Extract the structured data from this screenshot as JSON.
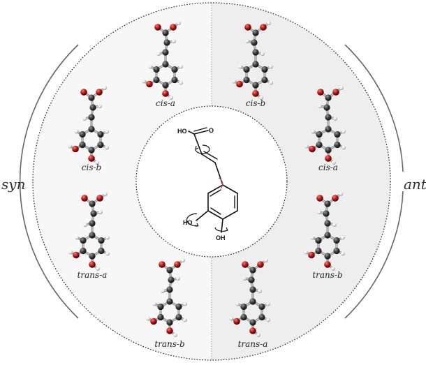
{
  "side_labels": {
    "left": "syn",
    "right": "anti"
  },
  "center_groups": {
    "carboxyl": "HO",
    "carbonyl_o": "O",
    "hydroxyl_3": "HO",
    "hydroxyl_4": "OH"
  },
  "molecules": [
    {
      "label": "cis-a",
      "side": "syn"
    },
    {
      "label": "cis-b",
      "side": "anti"
    },
    {
      "label": "cis-b",
      "side": "syn"
    },
    {
      "label": "cis-a",
      "side": "anti"
    },
    {
      "label": "trans-a",
      "side": "syn"
    },
    {
      "label": "trans-b",
      "side": "anti"
    },
    {
      "label": "trans-b",
      "side": "syn"
    },
    {
      "label": "trans-a",
      "side": "anti"
    }
  ],
  "colors": {
    "carbon": "#3a3a3a",
    "oxygen": "#b01515",
    "hydrogen": "#e6e6e6",
    "syn_half": "#f7f7f7",
    "anti_half": "#eeeeee",
    "rotation_arrow": "#c0506a"
  }
}
